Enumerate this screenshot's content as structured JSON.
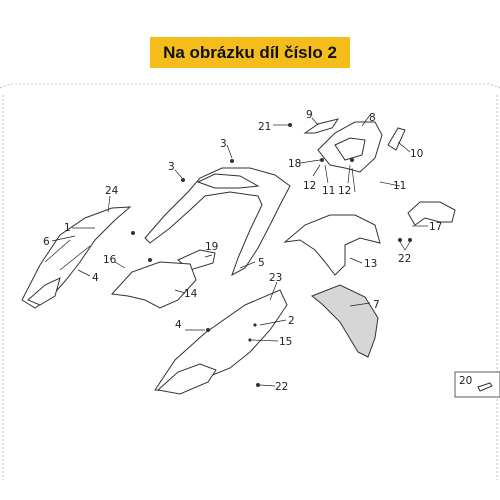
{
  "banner": {
    "text": "Na obrázku díl číslo 2"
  },
  "callouts": {
    "n1": "1",
    "n2": "2",
    "n3a": "3",
    "n3b": "3",
    "n4a": "4",
    "n4b": "4",
    "n5": "5",
    "n6": "6",
    "n7": "7",
    "n8": "8",
    "n9": "9",
    "n10": "10",
    "n11a": "11",
    "n11b": "11",
    "n12a": "12",
    "n12b": "12",
    "n13": "13",
    "n14": "14",
    "n15": "15",
    "n16": "16",
    "n17": "17",
    "n18": "18",
    "n19": "19",
    "n20": "20",
    "n21": "21",
    "n22a": "22",
    "n22b": "22",
    "n23": "23",
    "n24": "24"
  },
  "colors": {
    "banner_bg": "#f5bd1c",
    "line": "#333333",
    "highlight_part": "#d6d6d6"
  }
}
